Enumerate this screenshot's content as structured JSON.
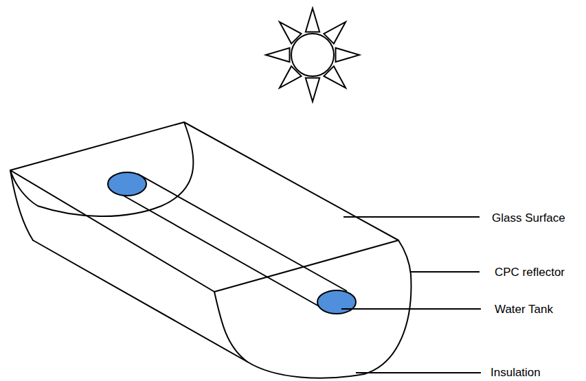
{
  "diagram": {
    "labels": [
      "Glass Surface",
      "CPC reflector",
      "Water Tank",
      "Insulation"
    ]
  }
}
